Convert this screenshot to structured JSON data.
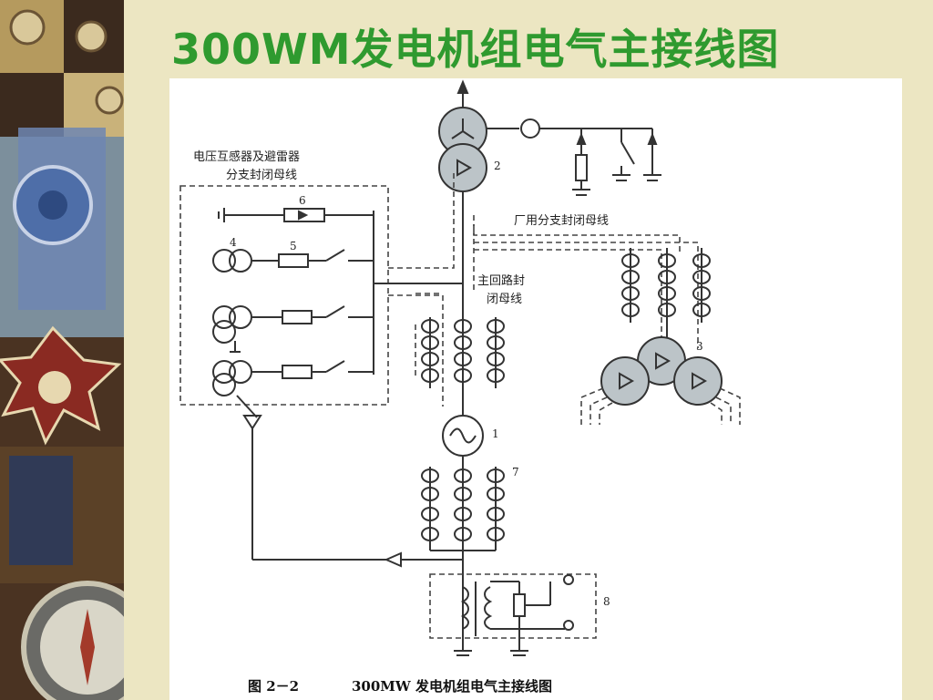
{
  "slide": {
    "title": "300WM发电机组电气主接线图"
  },
  "diagram": {
    "labels": {
      "pt_arrester": "电压互感器及避雷器",
      "pt_branch_bus": "分支封闭母线",
      "station_branch_bus": "厂用分支封闭母线",
      "main_bus_line1": "主回路封",
      "main_bus_line2": "闭母线"
    },
    "callouts": {
      "generator": "1",
      "main_transformer": "2",
      "station_transformer": "3",
      "pt_transformer": "4",
      "fuse": "5",
      "arrester": "6",
      "current_transformers": "7",
      "neutral_grounding": "8"
    },
    "caption": {
      "figure_no": "图 2－2",
      "text": "300MW 发电机组电气主接线图"
    },
    "colors": {
      "title": "#2f9a2f",
      "line": "#333333",
      "transformer_fill": "#bcc4c8"
    }
  }
}
